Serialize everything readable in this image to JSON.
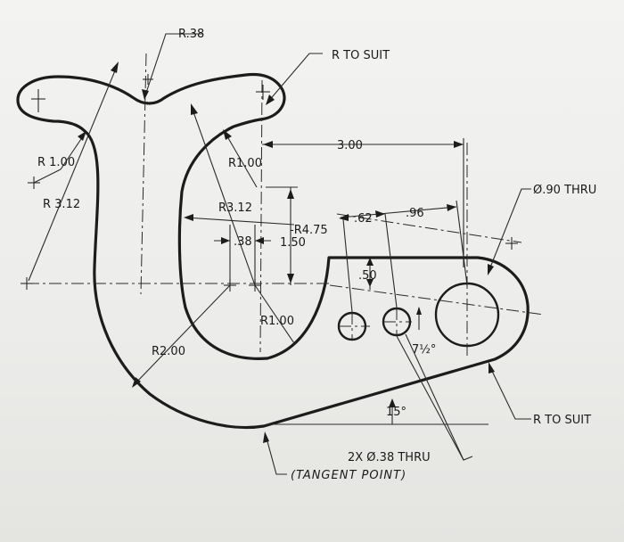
{
  "dimensions": {
    "r_038": "R.38",
    "r_to_suit_top": "R TO SUIT",
    "r_100_left": "R 1.00",
    "r_312_left": "R 3.12",
    "r_100_mid": "R1.00",
    "dim_300": "3.00",
    "r_312_mid": "R3.12",
    "r_475": "-R4.75",
    "dim_062": ".62",
    "dim_096": ".96",
    "dim_038": ".38",
    "dim_150": "1.50",
    "dim_050": ".50",
    "r_100_low": "R1.00",
    "r_200": "R2.00",
    "dia_090": "Ø.90 THRU",
    "angle_75": "7½°",
    "angle_15": "15°",
    "r_to_suit_right": "R TO SUIT",
    "holes_2x": "2X Ø.38 THRU",
    "tangent_point": "(TANGENT POINT)"
  }
}
